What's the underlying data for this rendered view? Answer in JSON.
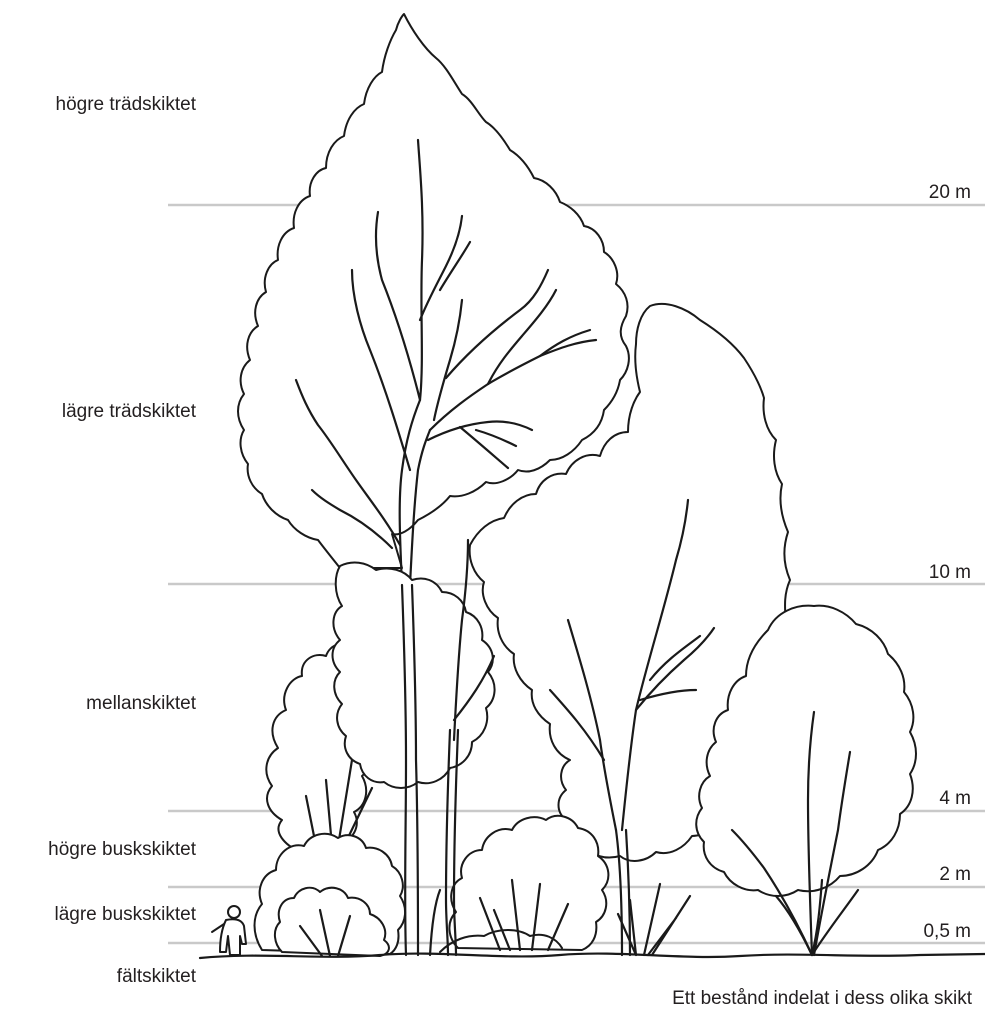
{
  "layers": [
    {
      "key": "upper_tree",
      "label": "högre trädskiktet"
    },
    {
      "key": "lower_tree",
      "label": "lägre trädskiktet"
    },
    {
      "key": "middle",
      "label": "mellanskiktet"
    },
    {
      "key": "upper_shrub",
      "label": "högre buskskiktet"
    },
    {
      "key": "lower_shrub",
      "label": "lägre buskskiktet"
    },
    {
      "key": "field",
      "label": "fältskiktet"
    }
  ],
  "heights": [
    {
      "key": "h20",
      "label": "20 m",
      "value": 20
    },
    {
      "key": "h10",
      "label": "10 m",
      "value": 10
    },
    {
      "key": "h4",
      "label": "4 m",
      "value": 4
    },
    {
      "key": "h2",
      "label": "2 m",
      "value": 2
    },
    {
      "key": "h05",
      "label": "0,5 m",
      "value": 0.5
    }
  ],
  "caption": "Ett bestånd indelat i dess olika skikt"
}
